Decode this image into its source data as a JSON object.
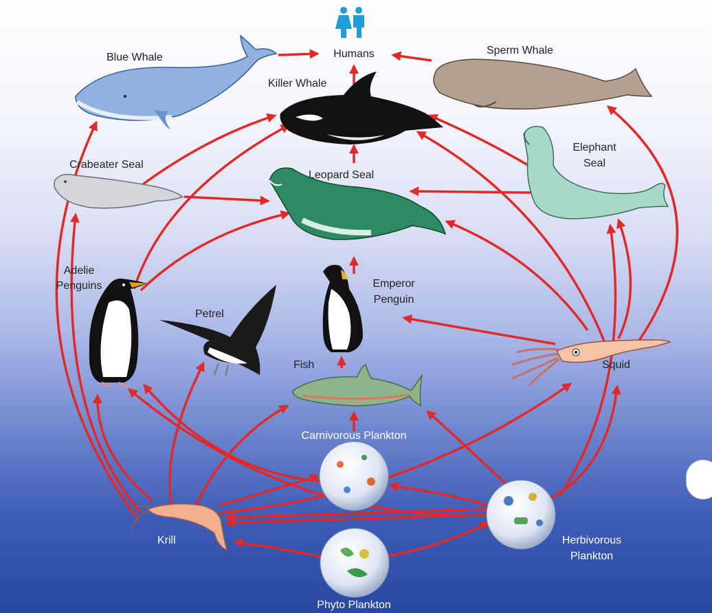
{
  "labels": {
    "humans": "Humans",
    "blue_whale": "Blue Whale",
    "sperm_whale": "Sperm Whale",
    "killer_whale": "Killer Whale",
    "crabeater_seal": "Crabeater Seal",
    "leopard_seal": "Leopard Seal",
    "elephant_seal_1": "Elephant",
    "elephant_seal_2": "Seal",
    "adelie_1": "Adelie",
    "adelie_2": "Penguins",
    "petrel": "Petrel",
    "emperor_1": "Emperor",
    "emperor_2": "Penguin",
    "fish": "Fish",
    "squid": "Squid",
    "carnivorous_plankton": "Carnivorous Plankton",
    "krill": "Krill",
    "herbivorous_1": "Herbivorous",
    "herbivorous_2": "Plankton",
    "phyto_plankton": "Phyto Plankton"
  },
  "colors": {
    "arrow": "#e02a2a",
    "background_top": "#ffffff",
    "background_bottom": "#2747a0"
  },
  "links": [
    [
      "phyto_plankton",
      "krill"
    ],
    [
      "phyto_plankton",
      "herbivorous_plankton"
    ],
    [
      "herbivorous_plankton",
      "krill"
    ],
    [
      "herbivorous_plankton",
      "carnivorous_plankton"
    ],
    [
      "herbivorous_plankton",
      "squid"
    ],
    [
      "herbivorous_plankton",
      "fish"
    ],
    [
      "herbivorous_plankton",
      "adelie_penguins"
    ],
    [
      "herbivorous_plankton",
      "elephant_seal"
    ],
    [
      "krill",
      "carnivorous_plankton"
    ],
    [
      "krill",
      "fish"
    ],
    [
      "krill",
      "squid"
    ],
    [
      "krill",
      "petrel"
    ],
    [
      "krill",
      "adelie_penguins"
    ],
    [
      "krill",
      "crabeater_seal"
    ],
    [
      "krill",
      "blue_whale"
    ],
    [
      "carnivorous_plankton",
      "fish"
    ],
    [
      "carnivorous_plankton",
      "adelie_penguins"
    ],
    [
      "fish",
      "emperor_penguin"
    ],
    [
      "emperor_penguin",
      "leopard_seal"
    ],
    [
      "squid",
      "emperor_penguin"
    ],
    [
      "squid",
      "leopard_seal"
    ],
    [
      "squid",
      "elephant_seal"
    ],
    [
      "squid",
      "sperm_whale"
    ],
    [
      "squid",
      "killer_whale"
    ],
    [
      "adelie_penguins",
      "leopard_seal"
    ],
    [
      "adelie_penguins",
      "killer_whale"
    ],
    [
      "crabeater_seal",
      "leopard_seal"
    ],
    [
      "crabeater_seal",
      "killer_whale"
    ],
    [
      "leopard_seal",
      "killer_whale"
    ],
    [
      "elephant_seal",
      "leopard_seal"
    ],
    [
      "elephant_seal",
      "killer_whale"
    ],
    [
      "killer_whale",
      "humans"
    ],
    [
      "blue_whale",
      "humans"
    ],
    [
      "sperm_whale",
      "humans"
    ]
  ]
}
